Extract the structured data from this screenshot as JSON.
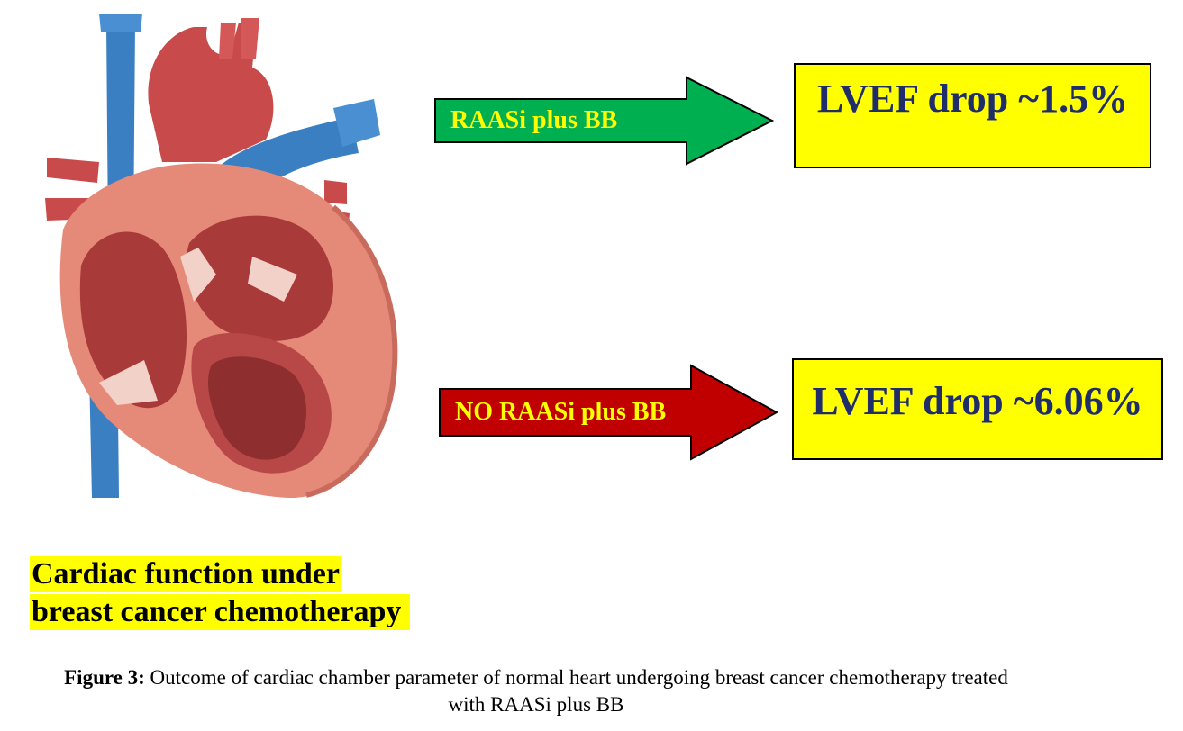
{
  "arrows": [
    {
      "label": "RAASi plus BB",
      "color": "#00b050"
    },
    {
      "label": "NO RAASi plus BB",
      "color": "#c00000"
    }
  ],
  "results": [
    {
      "text": "LVEF drop ~1.5%"
    },
    {
      "text": "LVEF drop ~6.06%"
    }
  ],
  "heart_caption": {
    "line1": "Cardiac function under",
    "line2": "breast cancer chemotherapy"
  },
  "figure_caption": {
    "label": "Figure 3:",
    "text": " Outcome of cardiac chamber parameter of normal heart undergoing breast cancer chemotherapy treated with RAASi plus BB"
  },
  "colors": {
    "highlight": "#ffff00",
    "result_text": "#1f2d6b",
    "arrow_text": "#ffff00"
  },
  "icons": [
    "heart-illustration"
  ]
}
